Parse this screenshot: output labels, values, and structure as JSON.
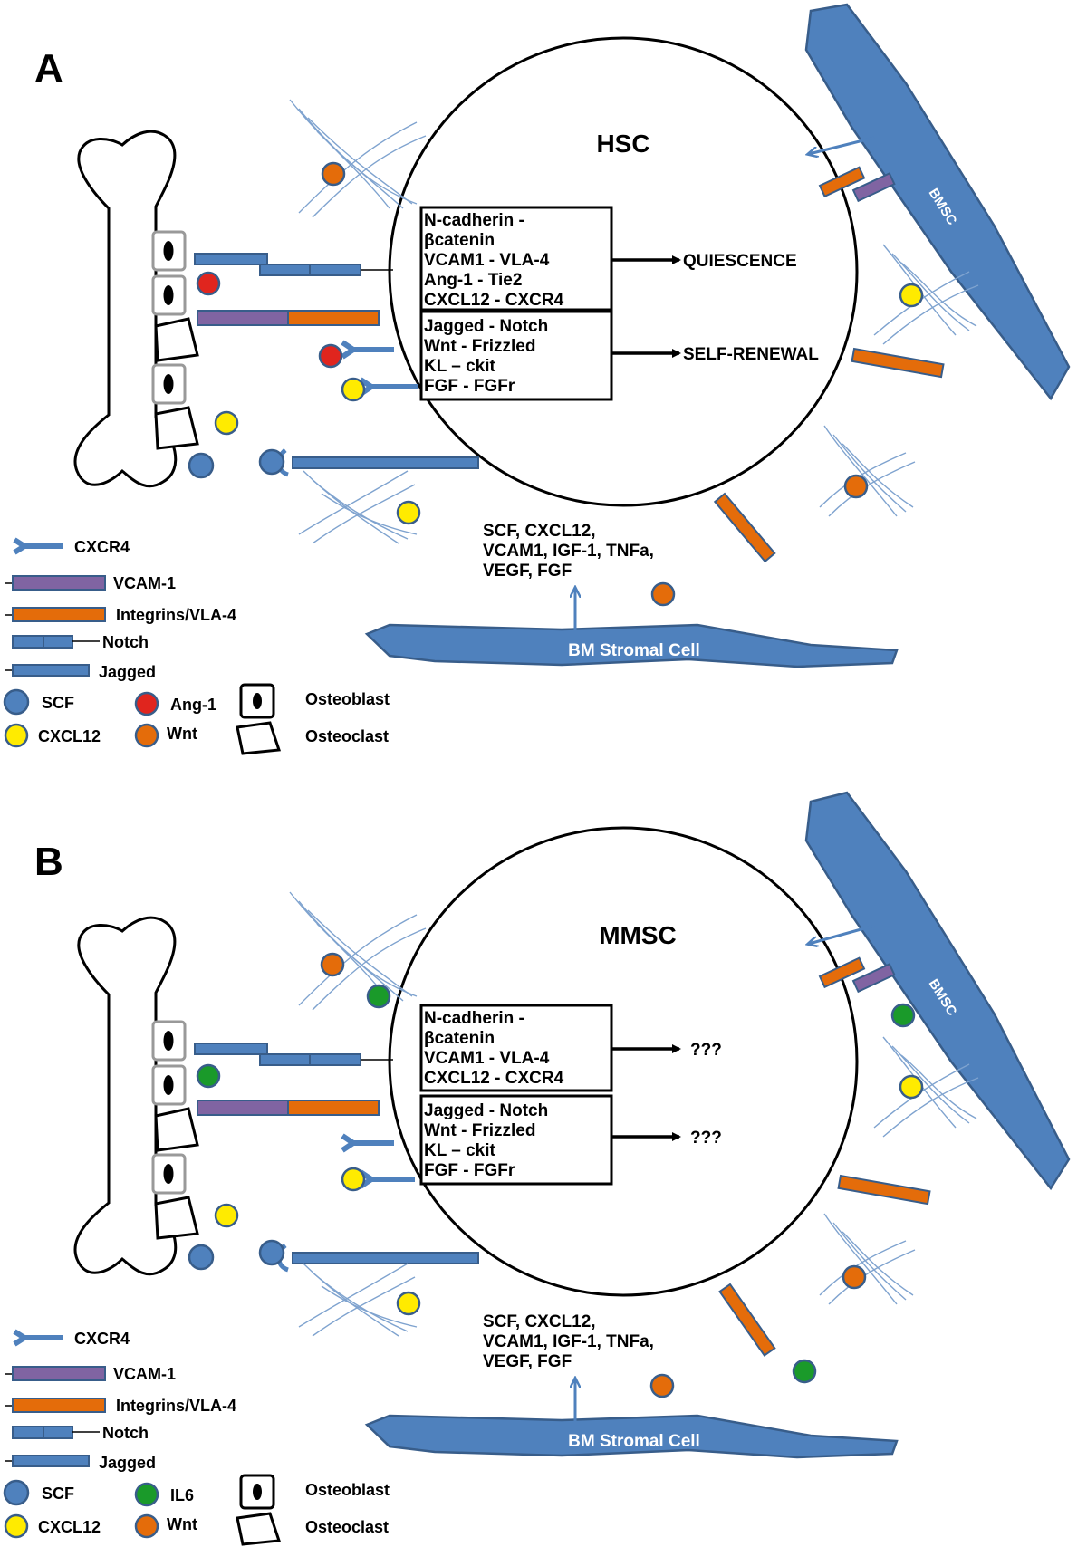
{
  "panels": [
    {
      "letter": "A",
      "cell_title": "HSC",
      "box1": [
        "N-cadherin -",
        "βcatenin",
        "VCAM1 - VLA-4",
        "Ang-1 - Tie2",
        "CXCL12 - CXCR4"
      ],
      "box2": [
        "Jagged - Notch",
        "Wnt - Frizzled",
        "KL – ckit",
        "FGF - FGFr"
      ],
      "outcome1": "QUIESCENCE",
      "outcome2": "SELF-RENEWAL",
      "bmsc_label": "BMSC",
      "stromal_label": "BM Stromal Cell",
      "factors": [
        "SCF, CXCL12,",
        "VCAM1, IGF-1, TNFa,",
        "VEGF, FGF"
      ],
      "legend": {
        "cxcr4": "CXCR4",
        "vcam1": "VCAM-1",
        "integrins": "Integrins/VLA-4",
        "notch": "Notch",
        "jagged": "Jagged",
        "scf": "SCF",
        "cxcl12": "CXCL12",
        "third_ligand": "Ang-1",
        "wnt": "Wnt",
        "osteoblast": "Osteoblast",
        "osteoclast": "Osteoclast"
      }
    },
    {
      "letter": "B",
      "cell_title": "MMSC",
      "box1": [
        "N-cadherin -",
        "βcatenin",
        "VCAM1 - VLA-4",
        "CXCL12 - CXCR4"
      ],
      "box2": [
        "Jagged - Notch",
        "Wnt - Frizzled",
        "KL – ckit",
        "FGF - FGFr"
      ],
      "outcome1": "???",
      "outcome2": "???",
      "bmsc_label": "BMSC",
      "stromal_label": "BM Stromal Cell",
      "factors": [
        "SCF, CXCL12,",
        "VCAM1, IGF-1, TNFa,",
        "VEGF, FGF"
      ],
      "legend": {
        "cxcr4": "CXCR4",
        "vcam1": "VCAM-1",
        "integrins": "Integrins/VLA-4",
        "notch": "Notch",
        "jagged": "Jagged",
        "scf": "SCF",
        "cxcl12": "CXCL12",
        "third_ligand": "IL6",
        "wnt": "Wnt",
        "osteoblast": "Osteoblast",
        "osteoclast": "Osteoclast"
      }
    }
  ],
  "colors": {
    "blue": "#4f81bd",
    "blue_dark": "#385d8a",
    "orange": "#e46c0a",
    "purple": "#8064a2",
    "yellow": "#ffeb00",
    "red": "#e0251e",
    "green": "#1a9a2a",
    "fiber": "#7fa3cf"
  }
}
